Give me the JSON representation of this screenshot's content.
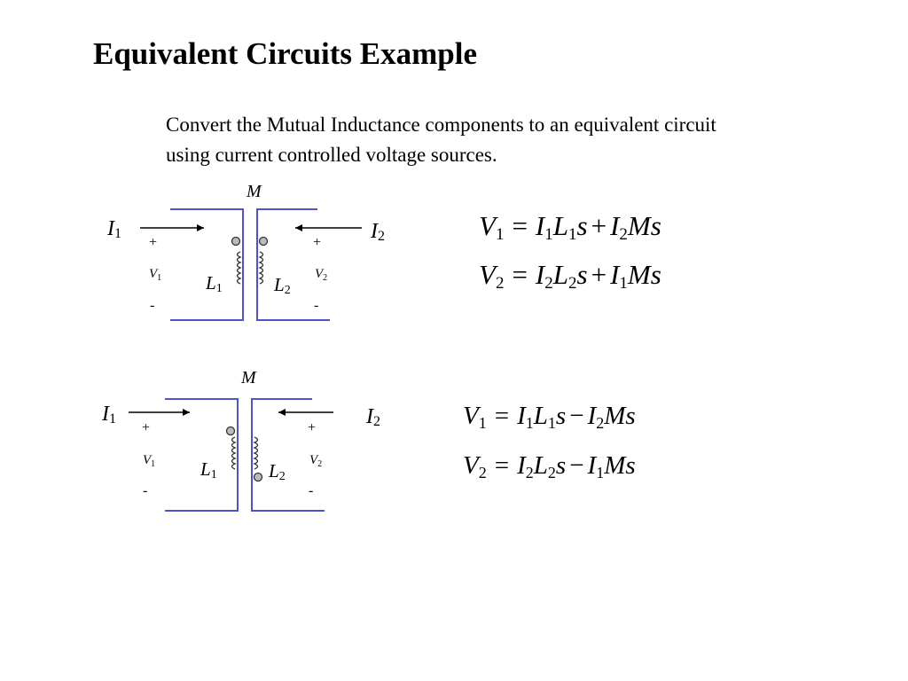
{
  "slide": {
    "title": "Equivalent Circuits Example",
    "intro_line1": "Convert the Mutual Inductance components to an equivalent circuit",
    "intro_line2": "using current controlled voltage sources."
  },
  "colors": {
    "wire": "#4a55c8",
    "coil": "#333333",
    "dot_fill": "#bbbbbb"
  },
  "circuit1": {
    "mutual": "M",
    "i1": "I",
    "i1_sub": "1",
    "i2": "I",
    "i2_sub": "2",
    "plus1": "+",
    "v1": "V",
    "v1_sub": "1",
    "minus1": "-",
    "plus2": "+",
    "v2": "V",
    "v2_sub": "2",
    "minus2": "-",
    "l1": "L",
    "l1_sub": "1",
    "l2": "L",
    "l2_sub": "2",
    "dots": "both-top"
  },
  "circuit2": {
    "mutual": "M",
    "i1": "I",
    "i1_sub": "1",
    "i2": "I",
    "i2_sub": "2",
    "plus1": "+",
    "v1": "V",
    "v1_sub": "1",
    "minus1": "-",
    "plus2": "+",
    "v2": "V",
    "v2_sub": "2",
    "minus2": "-",
    "l1": "L",
    "l1_sub": "1",
    "l2": "L",
    "l2_sub": "2",
    "dots": "top-left-bottom-right"
  },
  "equations1": {
    "eq1": {
      "lhs": "V",
      "lhs_sub": "1",
      "eq": "=",
      "t1": "I",
      "t1_sub": "1",
      "t2": "L",
      "t2_sub": "1",
      "t3": "s",
      "op": "+",
      "t4": "I",
      "t4_sub": "2",
      "t5": "Ms"
    },
    "eq2": {
      "lhs": "V",
      "lhs_sub": "2",
      "eq": "=",
      "t1": "I",
      "t1_sub": "2",
      "t2": "L",
      "t2_sub": "2",
      "t3": "s",
      "op": "+",
      "t4": "I",
      "t4_sub": "1",
      "t5": "Ms"
    }
  },
  "equations2": {
    "eq1": {
      "lhs": "V",
      "lhs_sub": "1",
      "eq": "=",
      "t1": "I",
      "t1_sub": "1",
      "t2": "L",
      "t2_sub": "1",
      "t3": "s",
      "op": "−",
      "t4": "I",
      "t4_sub": "2",
      "t5": "Ms"
    },
    "eq2": {
      "lhs": "V",
      "lhs_sub": "2",
      "eq": "=",
      "t1": "I",
      "t1_sub": "2",
      "t2": "L",
      "t2_sub": "2",
      "t3": "s",
      "op": "−",
      "t4": "I",
      "t4_sub": "1",
      "t5": "Ms"
    }
  }
}
